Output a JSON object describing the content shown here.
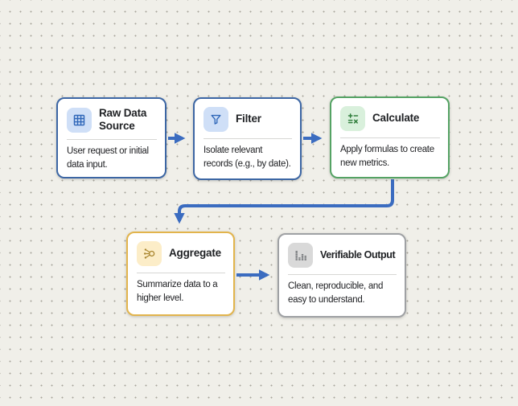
{
  "canvas": {
    "background_color": "#f0efe9",
    "dot_color": "#a7a49b"
  },
  "flowchart": {
    "connector_color": "#3b6cc0",
    "nodes": [
      {
        "id": "raw-data-source",
        "title": "Raw Data Source",
        "description": "User request or initial data input.",
        "icon": "table-grid-icon",
        "border_color": "#3c66a4",
        "icon_bg": "#cfdff7",
        "icon_color": "#2e66b8"
      },
      {
        "id": "filter",
        "title": "Filter",
        "description": "Isolate relevant records (e.g., by date).",
        "icon": "filter-funnel-icon",
        "border_color": "#3c66a4",
        "icon_bg": "#cfdff7",
        "icon_color": "#2e66b8"
      },
      {
        "id": "calculate",
        "title": "Calculate",
        "description": "Apply formulas to create new metrics.",
        "icon": "calculator-symbols-icon",
        "border_color": "#55a364",
        "icon_bg": "#d9f0dc",
        "icon_color": "#2f7d3b"
      },
      {
        "id": "aggregate",
        "title": "Aggregate",
        "description": "Summarize data to a higher level.",
        "icon": "merge-nodes-icon",
        "border_color": "#e2b44c",
        "icon_bg": "#fcedc8",
        "icon_color": "#a8842c"
      },
      {
        "id": "verifiable-output",
        "title": "Verifiable Output",
        "description": "Clean, reproducible, and easy to understand.",
        "icon": "dashed-bars-icon",
        "border_color": "#9fa1a4",
        "icon_bg": "#d9d9d9",
        "icon_color": "#54585c"
      }
    ],
    "connectors": [
      {
        "from": "raw-data-source",
        "to": "filter"
      },
      {
        "from": "filter",
        "to": "calculate"
      },
      {
        "from": "calculate",
        "to": "aggregate"
      },
      {
        "from": "aggregate",
        "to": "verifiable-output"
      }
    ]
  }
}
